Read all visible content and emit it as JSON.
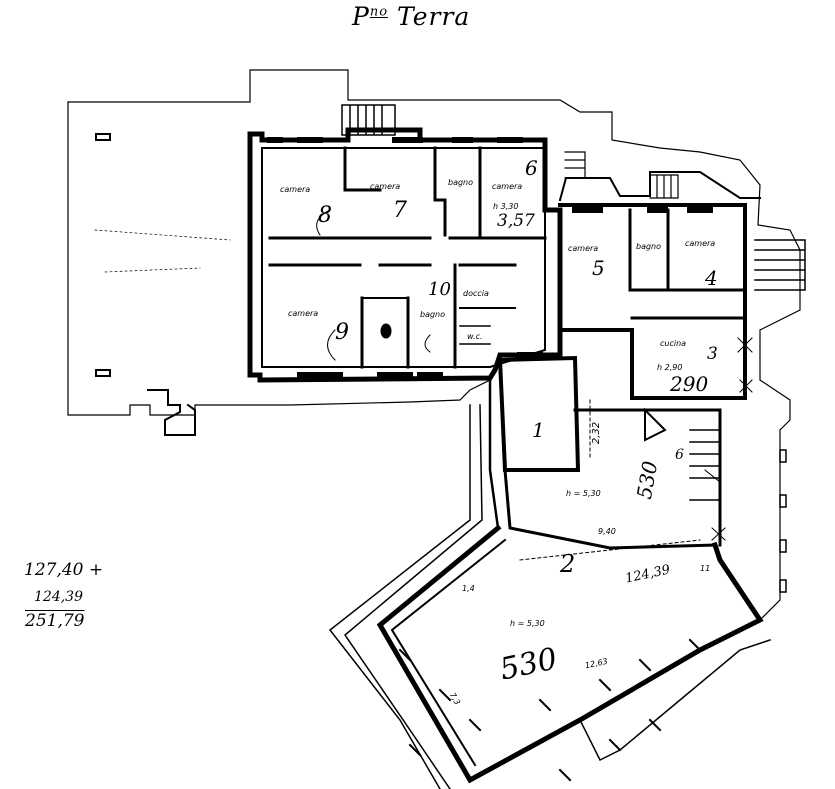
{
  "title": {
    "prefix": "P",
    "sup": "no",
    "main": "Terra"
  },
  "rooms": [
    {
      "id": "r8",
      "label": "camera",
      "number": "8"
    },
    {
      "id": "r7",
      "label": "camera",
      "number": "7"
    },
    {
      "id": "rb1",
      "label": "bagno"
    },
    {
      "id": "r6",
      "label": "camera",
      "number": "6",
      "height": "h 3,30",
      "area": "3,57"
    },
    {
      "id": "r5",
      "label": "camera",
      "number": "5"
    },
    {
      "id": "rb2",
      "label": "bagno"
    },
    {
      "id": "r4",
      "label": "camera",
      "number": "4"
    },
    {
      "id": "r9",
      "label": "camera",
      "number": "9"
    },
    {
      "id": "rb3",
      "label": "bagno"
    },
    {
      "id": "r10",
      "label": "doccia",
      "number": "10"
    },
    {
      "id": "rwc",
      "label": "w.c."
    },
    {
      "id": "r3",
      "label": "cucina",
      "number": "3",
      "height": "h 2,90",
      "area": "290"
    },
    {
      "id": "r1",
      "number": "1"
    },
    {
      "id": "r6b",
      "number": "6",
      "height": "h = 5,30",
      "area": "530",
      "dim": "9,40"
    },
    {
      "id": "r2",
      "number": "2",
      "height": "h = 5,30",
      "area": "530",
      "dim": "12,63",
      "extra": "124,39"
    }
  ],
  "dims": {
    "stair": "2,32",
    "d1": "11",
    "d2": "1,4",
    "d3": "7,3"
  },
  "calc": {
    "line1": "127,40 +",
    "line2": "124,39",
    "line3": "251,79"
  },
  "room7_mark": "7",
  "colors": {
    "ink": "#000000",
    "paper": "#ffffff"
  }
}
